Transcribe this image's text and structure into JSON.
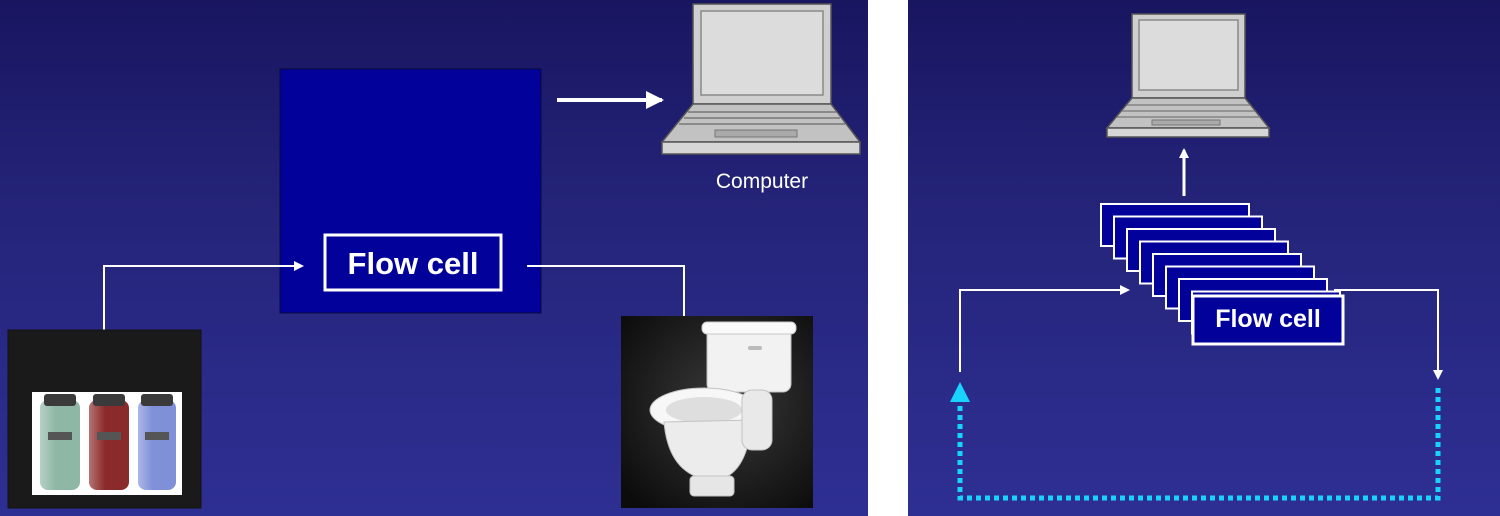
{
  "left": {
    "flow_cell_label": "Flow cell",
    "computer_label": "Computer"
  },
  "right": {
    "flow_cell_label": "Flow cell"
  },
  "colors": {
    "background": "#25257c",
    "instrument": "#02029a",
    "arrow": "#ffffff",
    "recirculation": "#19d3ff"
  }
}
